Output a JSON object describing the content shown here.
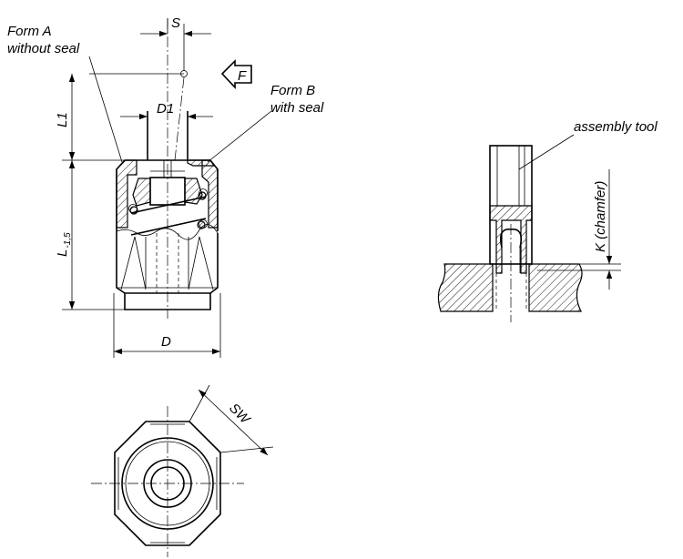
{
  "labels": {
    "form_a_line1": "Form A",
    "form_a_line2": "without seal",
    "form_b_line1": "Form B",
    "form_b_line2": "with seal",
    "assembly_tool": "assembly tool",
    "force": "F"
  },
  "dimensions": {
    "s": "S",
    "d1": "D1",
    "l1": "L1",
    "l": "L",
    "l_tolerance": "-1,5",
    "d": "D",
    "sw": "SW",
    "k_chamfer": "K (chamfer)"
  }
}
